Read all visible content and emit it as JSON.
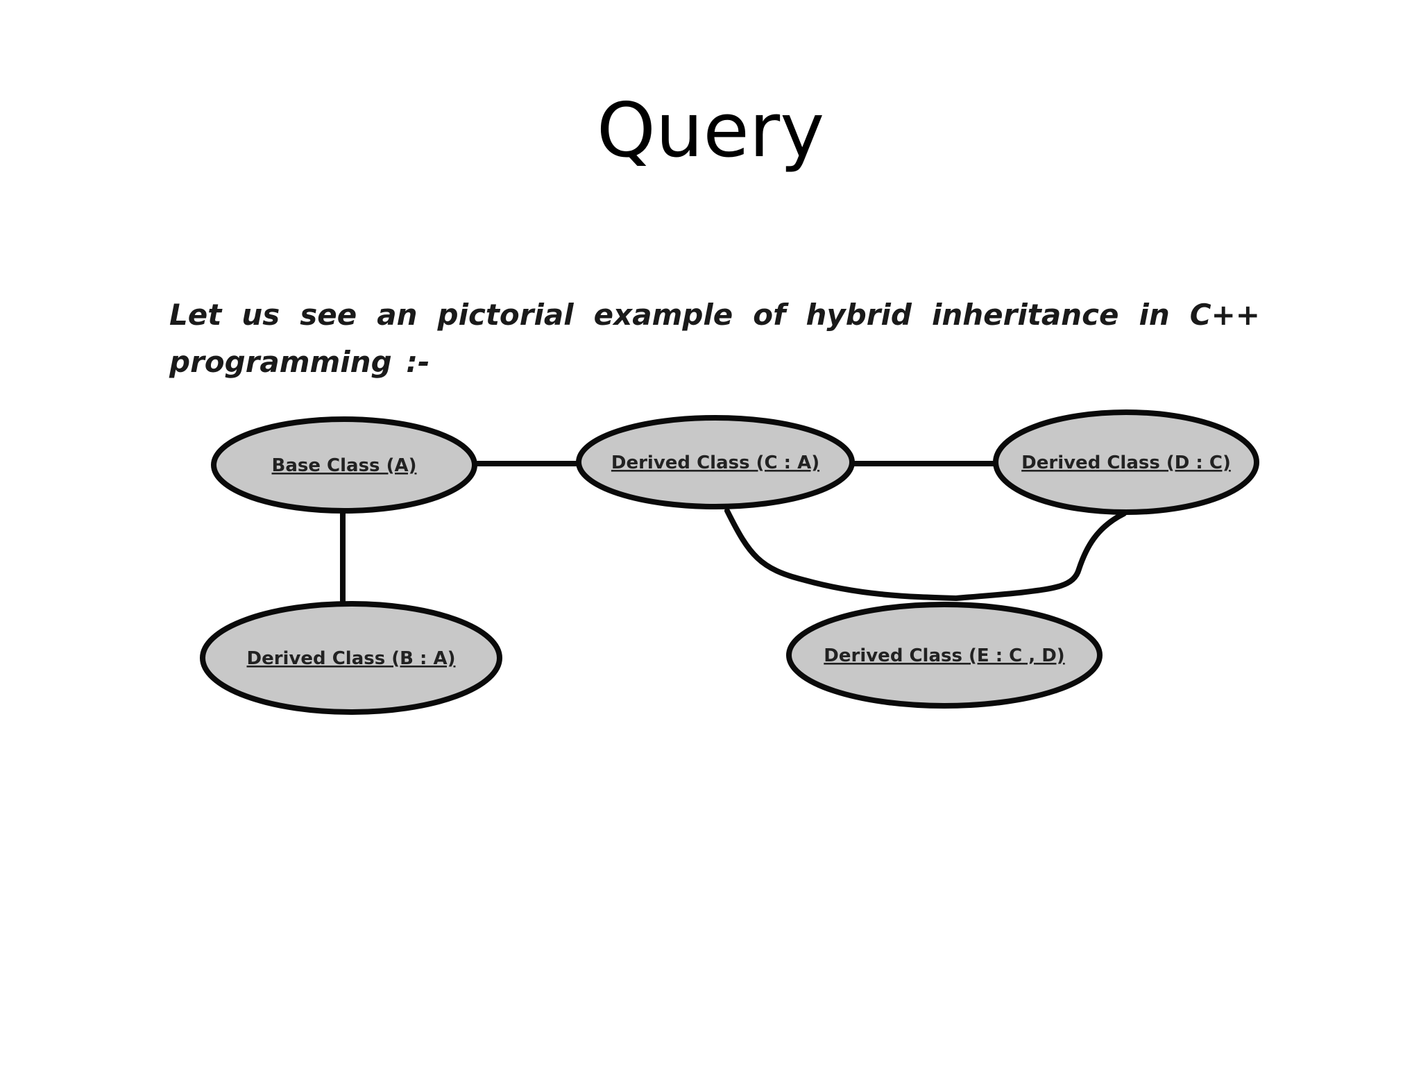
{
  "slide": {
    "title": "Query"
  },
  "figure": {
    "intro": "Let us see an pictorial example of hybrid inheritance in C++ programming :-"
  },
  "diagram": {
    "nodes": {
      "a": "Base Class (A)",
      "b": "Derived Class (B : A)",
      "c": "Derived Class (C : A)",
      "d": "Derived Class (D : C)",
      "e": "Derived Class (E : C , D)"
    },
    "edges": [
      [
        "a",
        "c"
      ],
      [
        "c",
        "d"
      ],
      [
        "a",
        "b"
      ],
      [
        "c",
        "e"
      ],
      [
        "d",
        "e"
      ]
    ],
    "colors": {
      "node_fill": "#c8c8c8",
      "stroke": "#0a0a0a"
    }
  }
}
